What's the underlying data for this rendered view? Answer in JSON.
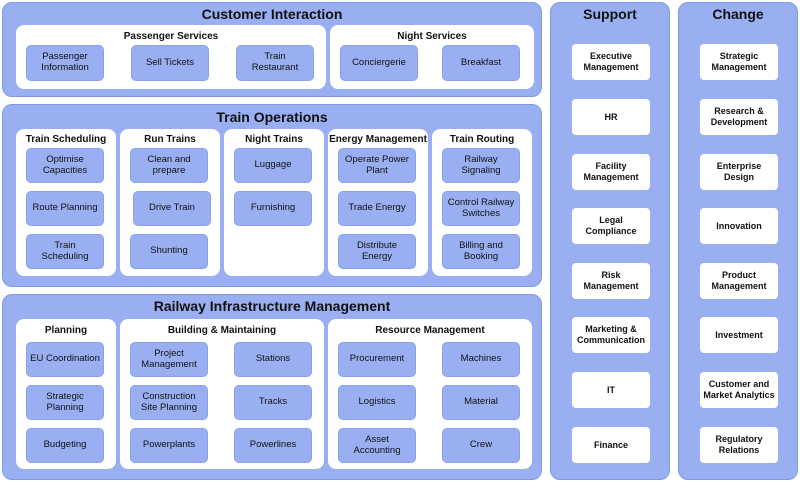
{
  "customer_interaction": {
    "title": "Customer Interaction",
    "passenger_services": {
      "title": "Passenger Services",
      "items": [
        "Passenger Information",
        "Sell Tickets",
        "Train Restaurant"
      ]
    },
    "night_services": {
      "title": "Night Services",
      "items": [
        "Conciergerie",
        "Breakfast"
      ]
    }
  },
  "train_operations": {
    "title": "Train Operations",
    "train_scheduling": {
      "title": "Train Scheduling",
      "items": [
        "Optimise Capacities",
        "Route Planning",
        "Train Scheduling"
      ]
    },
    "run_trains": {
      "title": "Run Trains",
      "items": [
        "Clean and prepare",
        "Drive Train",
        "Shunting"
      ]
    },
    "night_trains": {
      "title": "Night Trains",
      "items": [
        "Luggage",
        "Furnishing"
      ]
    },
    "energy_management": {
      "title": "Energy Management",
      "items": [
        "Operate Power Plant",
        "Trade Energy",
        "Distribute Energy"
      ]
    },
    "train_routing": {
      "title": "Train Routing",
      "items": [
        "Railway Signaling",
        "Control Railway Switches",
        "Billing and Booking"
      ]
    }
  },
  "railway_infrastructure": {
    "title": "Railway Infrastructure Management",
    "planning": {
      "title": "Planning",
      "items": [
        "EU Coordination",
        "Strategic Planning",
        "Budgeting"
      ]
    },
    "building": {
      "title": "Building & Maintaining",
      "items": [
        "Project Management",
        "Stations",
        "Construction Site Planning",
        "Tracks",
        "Powerplants",
        "Powerlines"
      ]
    },
    "resource": {
      "title": "Resource Management",
      "items": [
        "Procurement",
        "Machines",
        "Logistics",
        "Material",
        "Asset Accounting",
        "Crew"
      ]
    }
  },
  "support": {
    "title": "Support",
    "items": [
      "Executive Management",
      "HR",
      "Facility Management",
      "Legal Compliance",
      "Risk Management",
      "Marketing & Communication",
      "IT",
      "Finance"
    ]
  },
  "change": {
    "title": "Change",
    "items": [
      "Strategic Management",
      "Research & Development",
      "Enterprise Design",
      "Innovation",
      "Product Management",
      "Investment",
      "Customer and Market Analytics",
      "Regulatory Relations"
    ]
  }
}
